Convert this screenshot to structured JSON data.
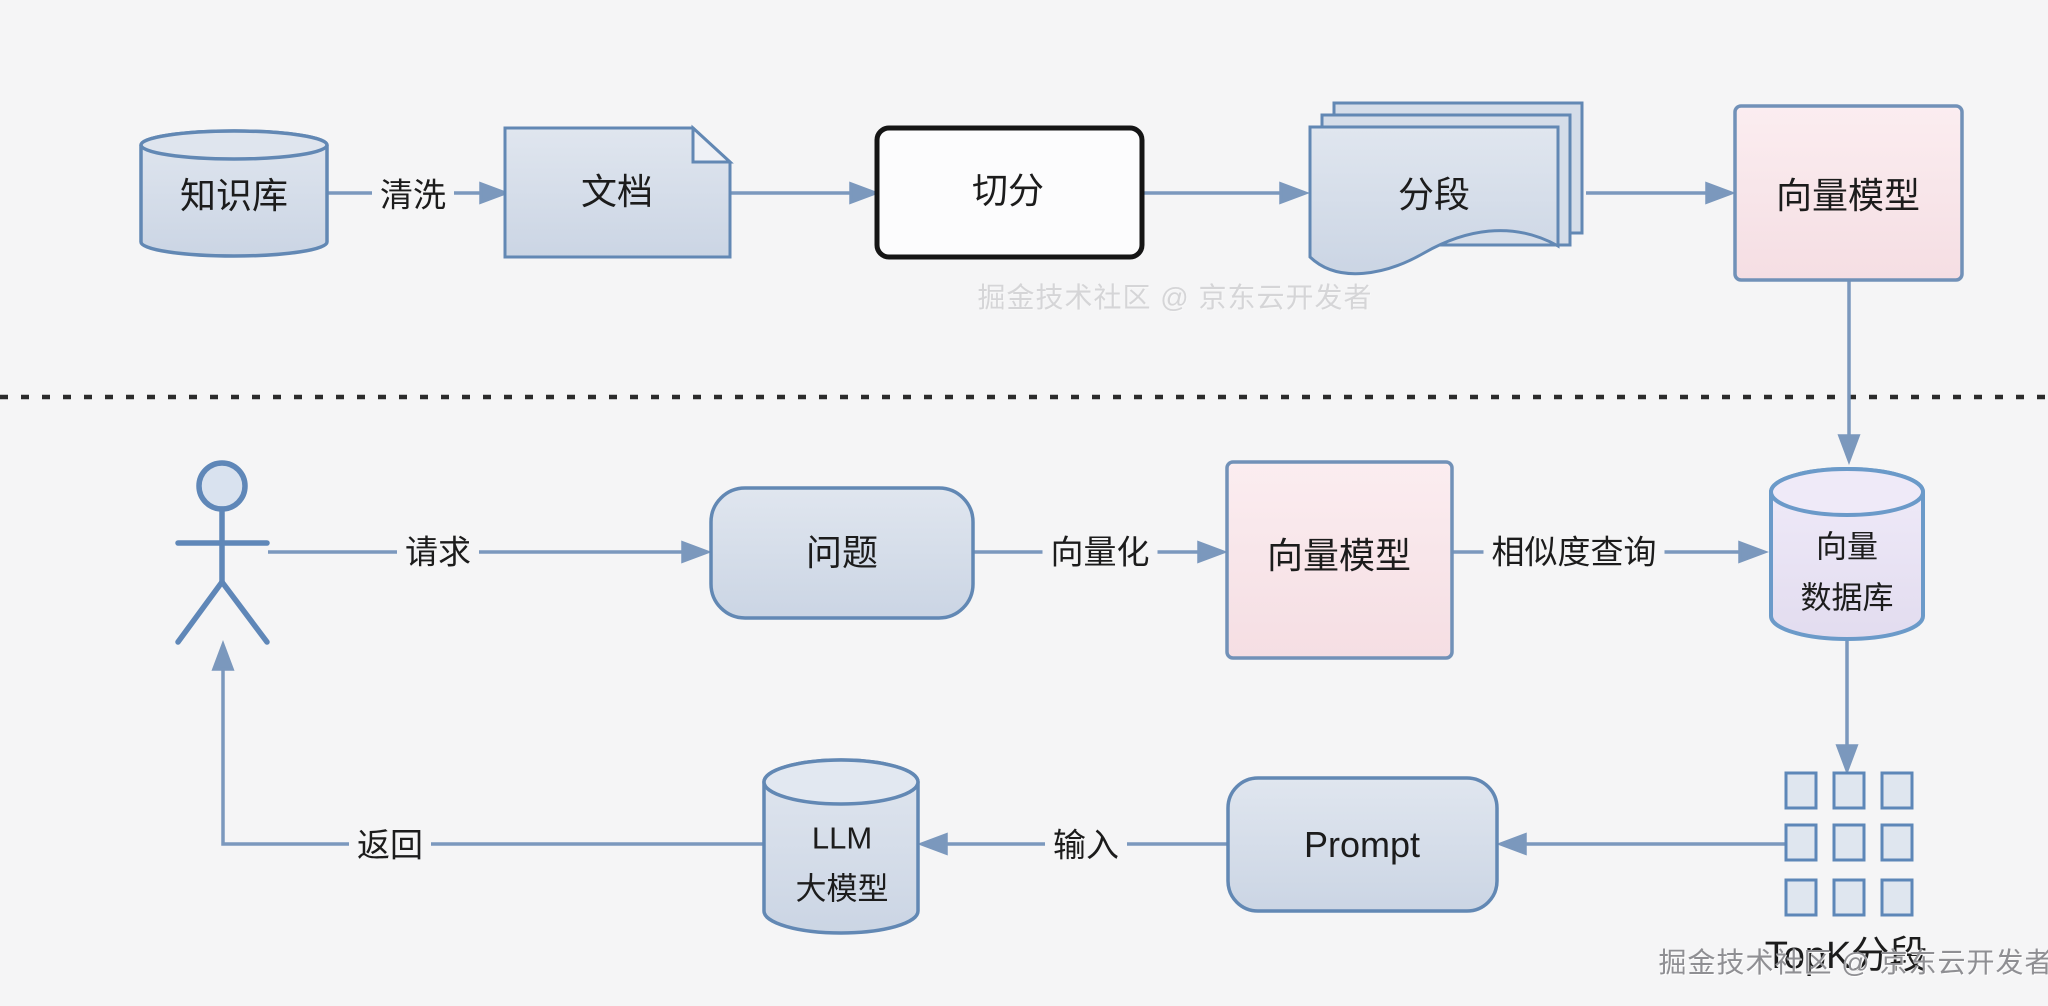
{
  "top_row": {
    "knowledge_base": "知识库",
    "clean_label": "清洗",
    "document": "文档",
    "split": "切分",
    "segments": "分段",
    "embedding_model": "向量模型"
  },
  "bottom_flow": {
    "request_label": "请求",
    "question": "问题",
    "vectorize_label": "向量化",
    "embedding_model": "向量模型",
    "similarity_query_label": "相似度查询",
    "vector_db_line1": "向量",
    "vector_db_line2": "数据库",
    "topk_label": "TopK分段",
    "prompt": "Prompt",
    "input_label": "输入",
    "llm_line1": "LLM",
    "llm_line2": "大模型",
    "return_label": "返回"
  },
  "watermark": "掘金技术社区 @ 京东云开发者",
  "colors": {
    "background": "#f5f5f6",
    "node_fill": "#d3dbe8",
    "node_border": "#6288b4",
    "pink_fill": "#f8e6e9",
    "pink_border": "#7191b8",
    "purple_fill": "#eae6f4",
    "purple_border": "#6b9ac9",
    "split_border": "#151515",
    "arrow": "#7b98bd",
    "divider": "#2b2b2b",
    "text": "#1c1c1c",
    "watermark_gray": "#8f8f93"
  }
}
